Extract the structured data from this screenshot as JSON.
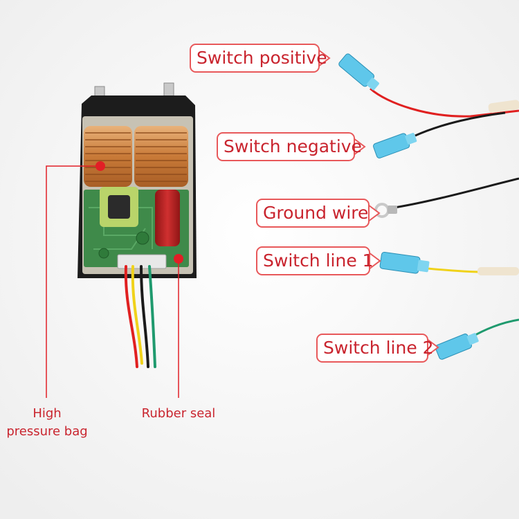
{
  "colors": {
    "accent": "#e21f26",
    "label_text": "#c9242e",
    "callout_border": "#e8585a",
    "wire_red": "#e02020",
    "wire_black": "#1a1a1a",
    "wire_yellow": "#f0d21a",
    "wire_green": "#1f9a6e",
    "terminal_blue": "#5fc7ea",
    "copper_coil": "#c87a38",
    "pcb_green": "#3f8a4a",
    "capacitor_red": "#b52222",
    "housing_black": "#1c1c1c"
  },
  "callouts": {
    "switch_positive": "Switch positive",
    "switch_negative": "Switch negative",
    "ground_wire": "Ground wire",
    "switch_line_1": "Switch line 1",
    "switch_line_2": "Switch line 2"
  },
  "labels": {
    "high_pressure_bag_line1": "High",
    "high_pressure_bag_line2": "pressure bag",
    "rubber_seal": "Rubber seal"
  }
}
